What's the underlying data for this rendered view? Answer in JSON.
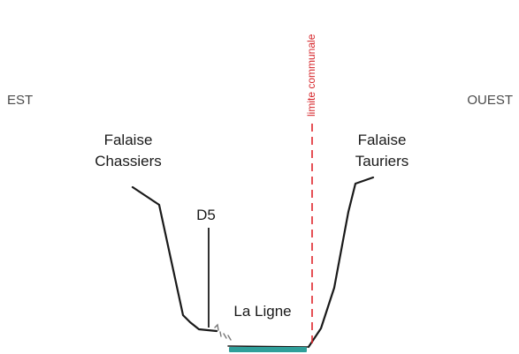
{
  "labels": {
    "est": "EST",
    "ouest": "OUEST",
    "falaise_left_line1": "Falaise",
    "falaise_left_line2": "Chassiers",
    "falaise_right_line1": "Falaise",
    "falaise_right_line2": "Tauriers",
    "road": "D5",
    "river": "La Ligne",
    "boundary": "limite communale"
  },
  "colors": {
    "terrain_line": "#1a1a1a",
    "boundary_line": "#e0252b",
    "river": "#2f9f9a"
  }
}
